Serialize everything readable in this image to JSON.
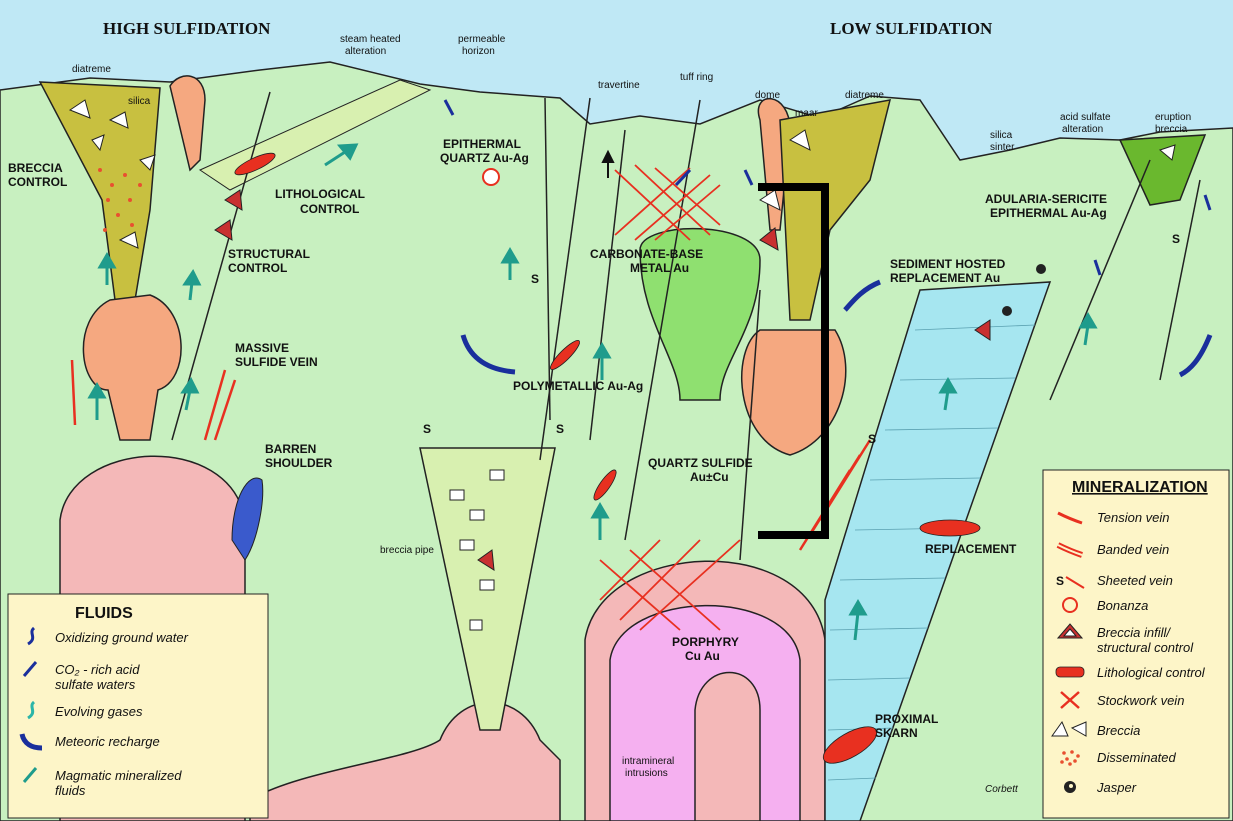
{
  "headings": {
    "high": "HIGH SULFIDATION",
    "low": "LOW SULFIDATION"
  },
  "labels": {
    "diatreme_left": "diatreme",
    "silica": "silica",
    "steam_1": "steam heated",
    "steam_2": "alteration",
    "perm_1": "permeable",
    "perm_2": "horizon",
    "breccia_ctrl_1": "BRECCIA",
    "breccia_ctrl_2": "CONTROL",
    "litho_1": "LITHOLOGICAL",
    "litho_2": "CONTROL",
    "struct_1": "STRUCTURAL",
    "struct_2": "CONTROL",
    "massive_1": "MASSIVE",
    "massive_2": "SULFIDE VEIN",
    "barren_1": "BARREN",
    "barren_2": "SHOULDER",
    "epi_1": "EPITHERMAL",
    "epi_2": "QUARTZ Au-Ag",
    "travertine": "travertine",
    "tuff_ring": "tuff ring",
    "dome": "dome",
    "maar": "maar",
    "diatreme_right": "diatreme",
    "silica_sinter_1": "silica",
    "silica_sinter_2": "sinter",
    "acid_1": "acid sulfate",
    "acid_2": "alteration",
    "eruption_1": "eruption",
    "eruption_2": "breccia",
    "carb_1": "CARBONATE-BASE",
    "carb_2": "METAL Au",
    "adularia_1": "ADULARIA-SERICITE",
    "adularia_2": "EPITHERMAL Au-Ag",
    "sediment_1": "SEDIMENT HOSTED",
    "sediment_2": "REPLACEMENT Au",
    "polymetallic": "POLYMETALLIC Au-Ag",
    "quartz_sulfide_1": "QUARTZ SULFIDE",
    "quartz_sulfide_2": "Au±Cu",
    "breccia_pipe": "breccia pipe",
    "porphyry_1": "PORPHYRY",
    "porphyry_2": "Cu Au",
    "intramineral_1": "intramineral",
    "intramineral_2": "intrusions",
    "replacement": "REPLACEMENT",
    "proximal_1": "PROXIMAL",
    "proximal_2": "SKARN",
    "corbett": "Corbett",
    "s": "S"
  },
  "fluids": {
    "title": "FLUIDS",
    "items": [
      {
        "l1": "Oxidizing ground water",
        "l2": "",
        "icon": "wavy-arrow-icon",
        "color": "#1a2f9c"
      },
      {
        "l1": "CO₂ - rich acid",
        "l2": "sulfate waters",
        "icon": "arrow-icon",
        "color": "#1a2f9c"
      },
      {
        "l1": "Evolving gases",
        "l2": "",
        "icon": "wavy-arrow-icon",
        "color": "#2bb5a8"
      },
      {
        "l1": "Meteoric recharge",
        "l2": "",
        "icon": "curved-arrow-icon",
        "color": "#1a2f9c"
      },
      {
        "l1": "Magmatic mineralized",
        "l2": "fluids",
        "icon": "arrow-icon",
        "color": "#1f9c8c"
      }
    ]
  },
  "mineralization": {
    "title": "MINERALIZATION",
    "items": [
      {
        "l1": "Tension vein",
        "l2": ""
      },
      {
        "l1": "Banded vein",
        "l2": ""
      },
      {
        "l1": "Sheeted vein",
        "l2": ""
      },
      {
        "l1": "Bonanza",
        "l2": ""
      },
      {
        "l1": "Breccia infill/",
        "l2": "structural control"
      },
      {
        "l1": "Lithological control",
        "l2": ""
      },
      {
        "l1": "Stockwork vein",
        "l2": ""
      },
      {
        "l1": "Breccia",
        "l2": ""
      },
      {
        "l1": "Disseminated",
        "l2": ""
      },
      {
        "l1": "Jasper",
        "l2": ""
      }
    ]
  },
  "colors": {
    "sky": "#bfe8f5",
    "ground": "#c8f0c0",
    "pink_intrusion": "#f4b8b8",
    "orange_dome": "#f5a880",
    "olive_diatreme": "#c8c040",
    "limestone": "#a6e6f0",
    "magenta_porphyry": "#f5b0f0",
    "legend_bg": "#fdf5c8",
    "vein_red": "#e83020",
    "dark_blue": "#1a2f9c",
    "teal": "#1f9c8c"
  }
}
